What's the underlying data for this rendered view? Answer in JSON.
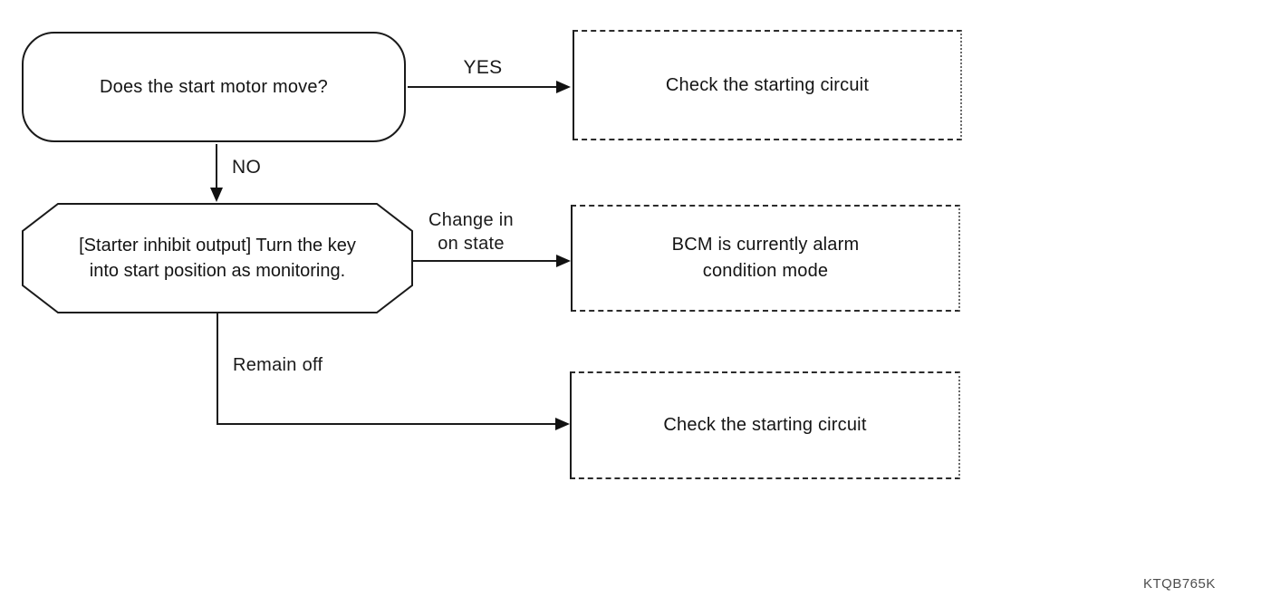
{
  "flowchart": {
    "start_node": {
      "label": "Does the start motor move?"
    },
    "edge_yes": {
      "label": "YES"
    },
    "edge_no": {
      "label": "NO"
    },
    "result_top": {
      "label": "Check the starting circuit"
    },
    "monitor_node": {
      "line1": "[Starter inhibit output] Turn the key",
      "line2": "into start position as monitoring."
    },
    "edge_change": {
      "line1": "Change in",
      "line2": "on state"
    },
    "result_middle": {
      "line1": "BCM is currently alarm",
      "line2": "condition mode"
    },
    "edge_remain": {
      "label": "Remain off"
    },
    "result_bottom": {
      "label": "Check the starting circuit"
    },
    "figure_code": "KTQB765K",
    "colors": {
      "line": "#1a1a1a",
      "background": "#ffffff",
      "text": "#141414"
    }
  }
}
